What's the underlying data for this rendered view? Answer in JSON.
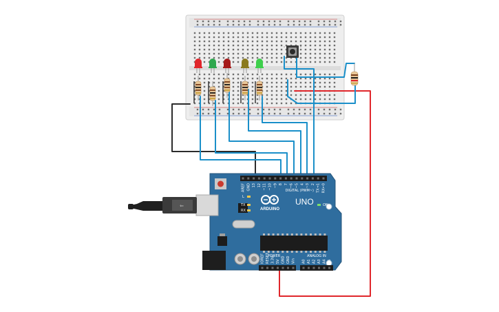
{
  "board": {
    "brand": "ARDUINO",
    "model": "UNO",
    "on_label": "ON",
    "digital_header_label": "DIGITAL (PWM~)",
    "power_header_label": "POWER",
    "analog_header_label": "ANALOG IN",
    "tx_label": "TX",
    "rx_label": "RX",
    "l_label": "L",
    "digital_pins": [
      "AREF",
      "GND",
      "13",
      "12",
      "~11",
      "~10",
      "~9",
      "8",
      "7",
      "~6",
      "~5",
      "4",
      "~3",
      "2",
      "TX→1",
      "RX←0"
    ],
    "power_pins": [
      "IOREF",
      "RESET",
      "3.3V",
      "5V",
      "GND",
      "GND",
      "Vin"
    ],
    "analog_pins": [
      "A0",
      "A1",
      "A2",
      "A3",
      "A4",
      "A5"
    ]
  },
  "colors": {
    "board_blue": "#2f6d9e",
    "wire_blue": "#1a8fc9",
    "wire_red": "#e0262b",
    "wire_black": "#2b2b2b",
    "led_red": "#e0262b",
    "led_green": "#2fa84f",
    "led_dark_red": "#a61b1b",
    "led_yellow": "#8a7a1f",
    "led_light_green": "#3ecf4c"
  },
  "leds": [
    {
      "color": "led_red"
    },
    {
      "color": "led_green"
    },
    {
      "color": "led_dark_red"
    },
    {
      "color": "led_yellow"
    },
    {
      "color": "led_light_green"
    }
  ],
  "icons": [
    "usb-plug-icon",
    "arduino-logo-icon",
    "pushbutton-icon",
    "resistor-icon"
  ]
}
